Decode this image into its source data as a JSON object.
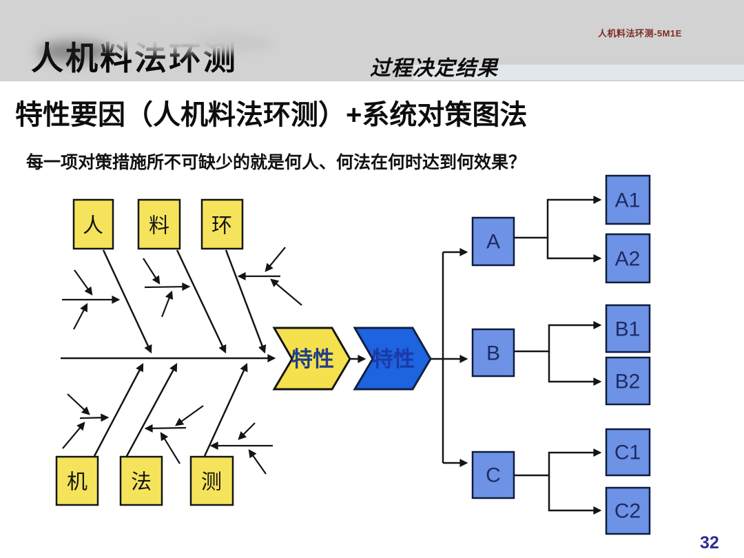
{
  "header": {
    "watermark": "人机料法环测-5M1E",
    "title": "人机料法环测",
    "tagline": "过程决定结果"
  },
  "slide": {
    "title": "特性要因（人机料法环测）+系统对策图法",
    "subtitle": "每一项对策措施所不可缺少的就是何人、何法在何时达到何效果？",
    "page_number": "32"
  },
  "diagram": {
    "type": "fishbone-with-system-tree",
    "top_causes": [
      "人",
      "料",
      "环"
    ],
    "bottom_causes": [
      "机",
      "法",
      "测"
    ],
    "yellow_chevron_label": "特性",
    "blue_chevron_label": "特性",
    "tree": {
      "nodes": [
        {
          "label": "A",
          "children": [
            "A1",
            "A2"
          ]
        },
        {
          "label": "B",
          "children": [
            "B1",
            "B2"
          ]
        },
        {
          "label": "C",
          "children": [
            "C1",
            "C2"
          ]
        }
      ]
    }
  },
  "colors": {
    "header_bg": "#d2d2d2",
    "cause_box_fill": "#f5e35b",
    "yellow_chevron_fill": "#f5e04e",
    "blue_chevron_fill": "#1e63e0",
    "tree_box_fill": "#6d92e6",
    "watermark_color": "#7d2b22",
    "page_number_color": "#2b2f8e"
  }
}
